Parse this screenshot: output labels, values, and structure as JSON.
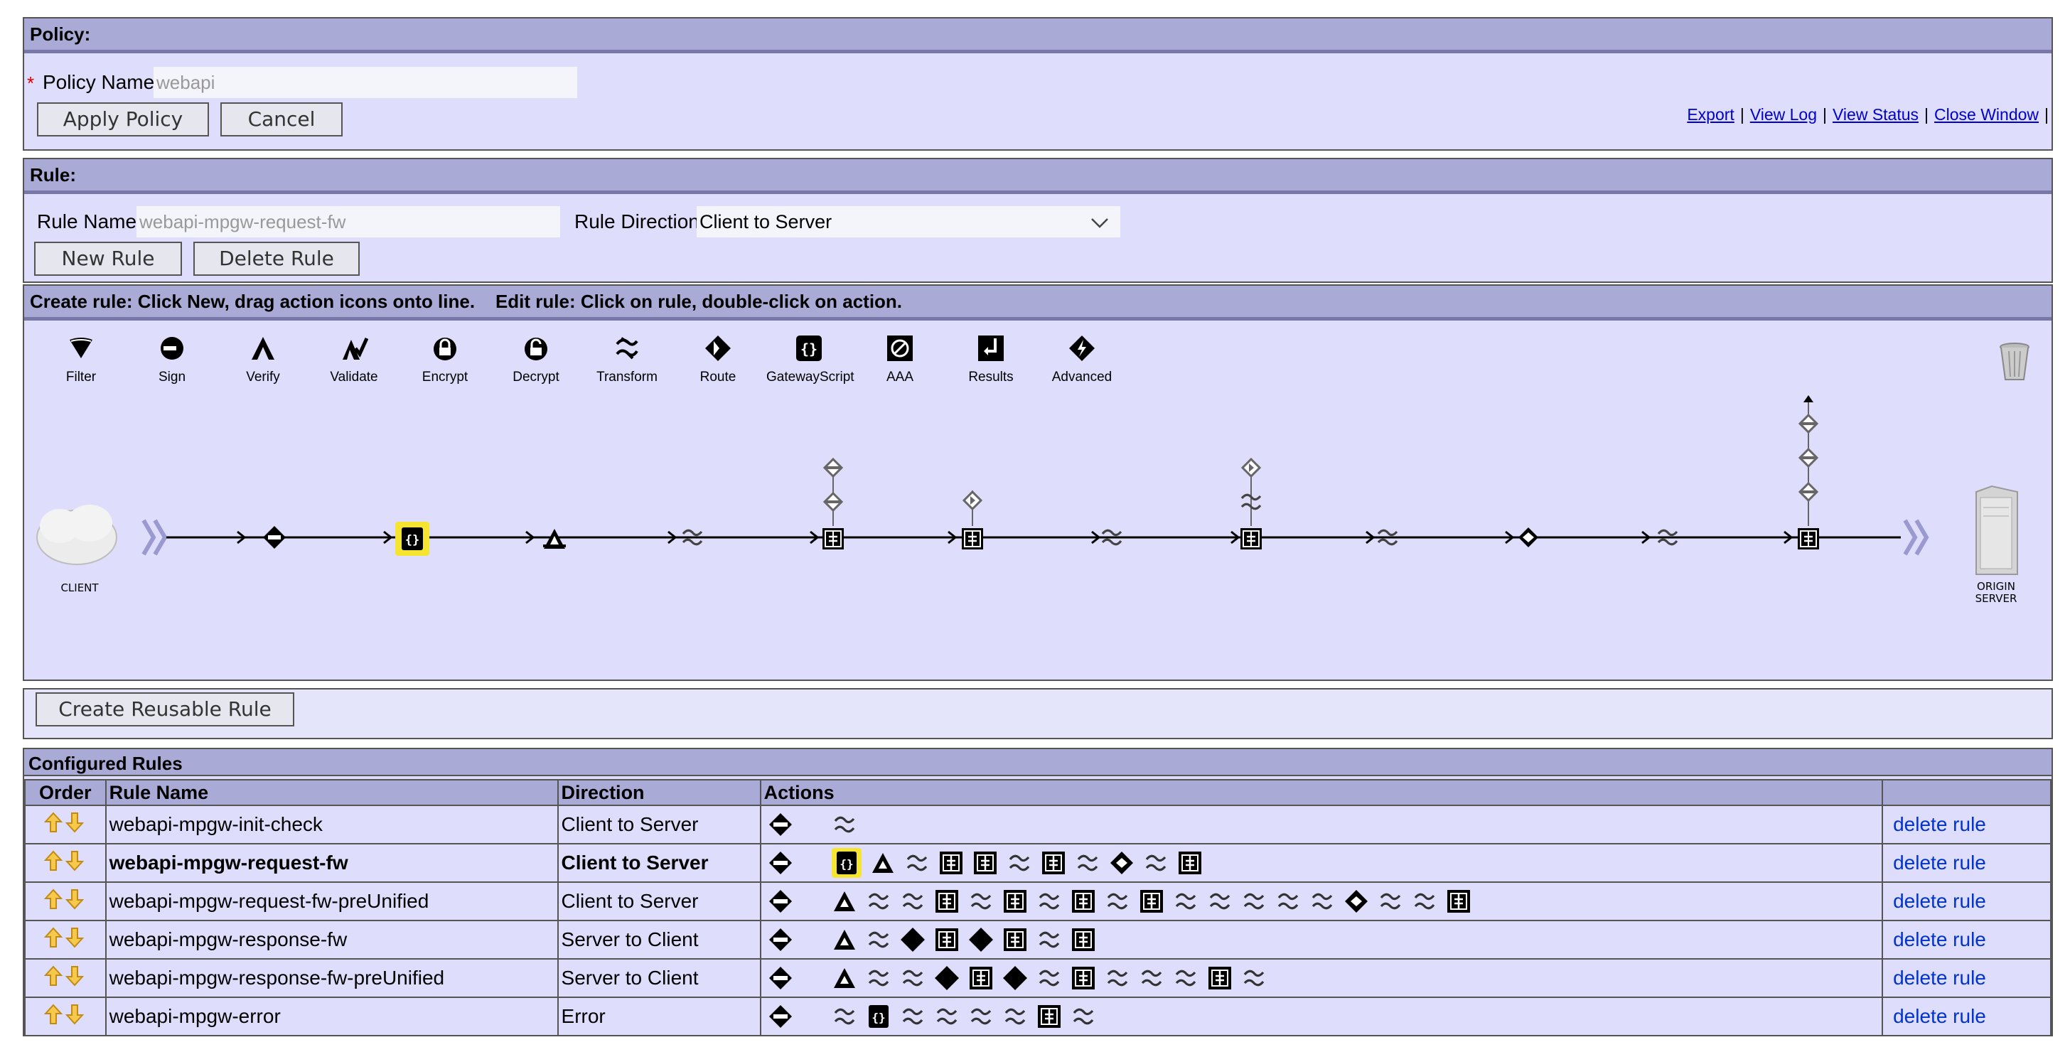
{
  "policy": {
    "header": "Policy:",
    "name_label": "Policy Name:",
    "name_value": "webapi",
    "apply_label": "Apply Policy",
    "cancel_label": "Cancel",
    "links": [
      "Export",
      "View Log",
      "View Status",
      "Close Window"
    ]
  },
  "rule": {
    "header": "Rule:",
    "name_label": "Rule Name:",
    "name_value": "webapi-mpgw-request-fw",
    "direction_label": "Rule Direction:",
    "direction_value": "Client to Server",
    "new_label": "New Rule",
    "delete_label": "Delete Rule"
  },
  "editor": {
    "instructions": "Create rule: Click New, drag action icons onto line.    Edit rule: Click on rule, double-click on action.",
    "palette": [
      "Filter",
      "Sign",
      "Verify",
      "Validate",
      "Encrypt",
      "Decrypt",
      "Transform",
      "Route",
      "GatewayScript",
      "AAA",
      "Results",
      "Advanced"
    ],
    "client_label": "CLIENT",
    "server_label": "ORIGIN SERVER"
  },
  "reusable": {
    "button_label": "Create Reusable Rule"
  },
  "configured": {
    "title": "Configured Rules",
    "columns": [
      "Order",
      "Rule Name",
      "Direction",
      "Actions"
    ],
    "delete_label": "delete rule",
    "rows": [
      {
        "name": "webapi-mpgw-init-check",
        "direction": "Client to Server",
        "bold": false
      },
      {
        "name": "webapi-mpgw-request-fw",
        "direction": "Client to Server",
        "bold": true
      },
      {
        "name": "webapi-mpgw-request-fw-preUnified",
        "direction": "Client to Server",
        "bold": false
      },
      {
        "name": "webapi-mpgw-response-fw",
        "direction": "Server to Client",
        "bold": false
      },
      {
        "name": "webapi-mpgw-response-fw-preUnified",
        "direction": "Server to Client",
        "bold": false
      },
      {
        "name": "webapi-mpgw-error",
        "direction": "Error",
        "bold": false
      }
    ]
  },
  "colors": {
    "panel": "#dedefc",
    "header": "#aaaad6",
    "link": "#0033cc",
    "highlight": "#f5e531"
  }
}
